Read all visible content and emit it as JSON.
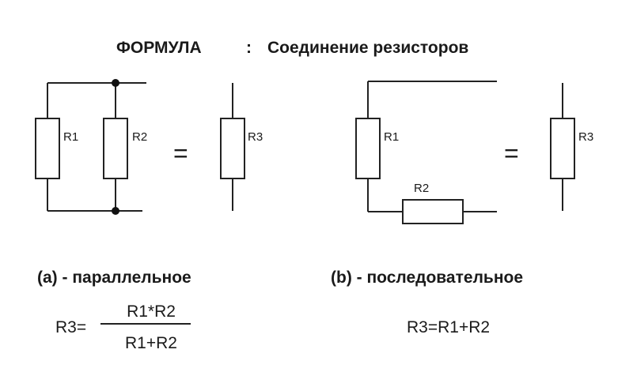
{
  "title": {
    "main": "ФОРМУЛА",
    "sep": ":",
    "subtitle": "Соединение резисторов"
  },
  "parallel": {
    "r1": "R1",
    "r2": "R2",
    "r3": "R3",
    "equals": "=",
    "caption": "(a) - параллельное",
    "formula_lhs": "R3=",
    "formula_num": "R1*R2",
    "formula_den": "R1+R2"
  },
  "series": {
    "r1": "R1",
    "r2": "R2",
    "r3": "R3",
    "equals": "=",
    "caption": "(b) - последовательное",
    "formula": "R3=R1+R2"
  }
}
